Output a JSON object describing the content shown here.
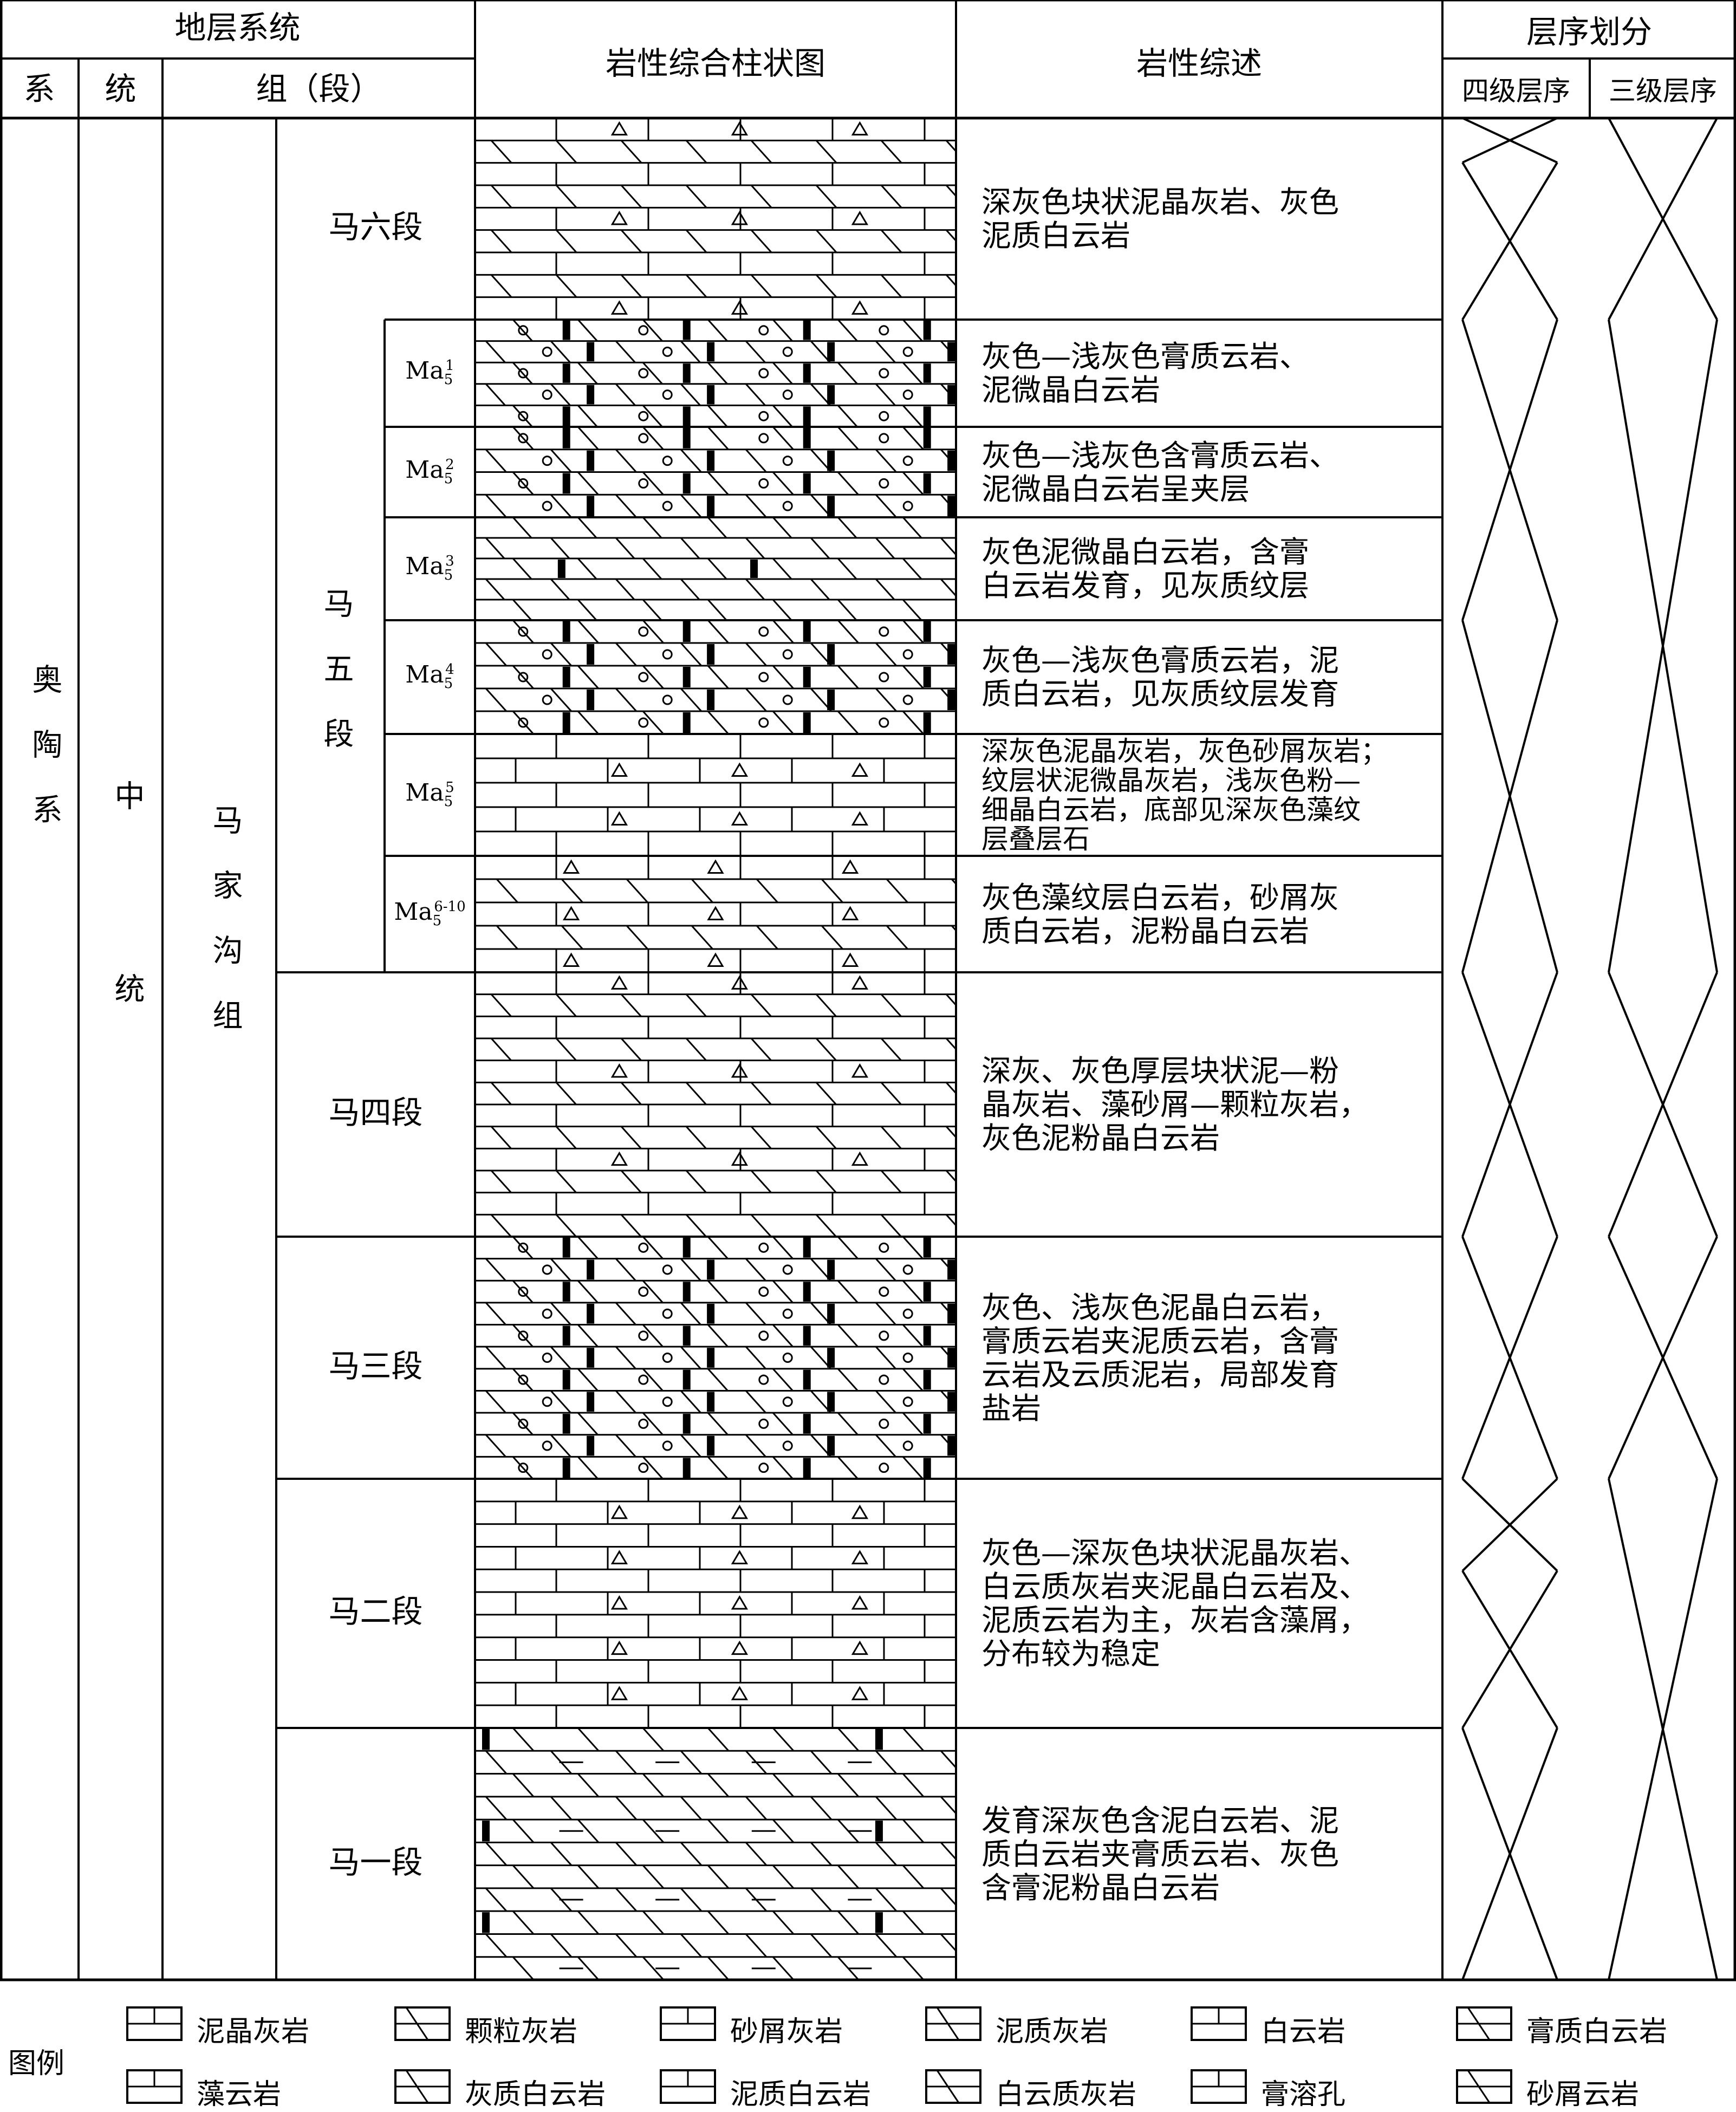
{
  "header": {
    "strat_system": "地层系统",
    "system": "系",
    "series": "统",
    "formation": "组（段）",
    "column": "岩性综合柱状图",
    "description": "岩性综述",
    "sequence": "层序划分",
    "fourth_order": "四级层序",
    "third_order": "三级层序"
  },
  "strat": {
    "system": "奥陶系",
    "series": "中统",
    "formation": "马家沟组",
    "member5": "马五段"
  },
  "units": [
    {
      "name": "马六段",
      "desc": "深灰色块状泥晶灰岩、灰色\n泥质白云岩"
    },
    {
      "sub": "1",
      "desc": "灰色—浅灰色膏质云岩、\n泥微晶白云岩"
    },
    {
      "sub": "2",
      "desc": "灰色—浅灰色含膏质云岩、\n泥微晶白云岩呈夹层"
    },
    {
      "sub": "3",
      "desc": "灰色泥微晶白云岩，含膏\n白云岩发育，见灰质纹层"
    },
    {
      "sub": "4",
      "desc": "灰色—浅灰色膏质云岩，泥\n质白云岩，见灰质纹层发育"
    },
    {
      "sub": "5",
      "desc": "深灰色泥晶灰岩，灰色砂屑灰岩；\n纹层状泥微晶灰岩，浅灰色粉—\n细晶白云岩，底部见深灰色藻纹\n层叠层石"
    },
    {
      "sub": "6-10",
      "desc": "灰色藻纹层白云岩，砂屑灰\n质白云岩，泥粉晶白云岩"
    },
    {
      "name": "马四段",
      "desc": "深灰、灰色厚层块状泥—粉\n晶灰岩、藻砂屑—颗粒灰岩，\n灰色泥粉晶白云岩"
    },
    {
      "name": "马三段",
      "desc": "灰色、浅灰色泥晶白云岩，\n膏质云岩夹泥质云岩，含膏\n云岩及云质泥岩，局部发育\n盐岩"
    },
    {
      "name": "马二段",
      "desc": "灰色—深灰色块状泥晶灰岩、\n白云质灰岩夹泥晶白云岩及、\n泥质云岩为主，灰岩含藻屑，\n分布较为稳定"
    },
    {
      "name": "马一段",
      "desc": "发育深灰色含泥白云岩、泥\n质白云岩夹膏质云岩、灰色\n含膏泥粉晶白云岩"
    }
  ],
  "sub_prefix": "Ma",
  "sub_base": "5",
  "legend": {
    "title": "图例",
    "items": [
      "泥晶灰岩",
      "颗粒灰岩",
      "砂屑灰岩",
      "泥质灰岩",
      "白云岩",
      "膏质白云岩",
      "藻云岩",
      "灰质白云岩",
      "泥质白云岩",
      "白云质灰岩",
      "膏溶孔",
      "砂屑云岩"
    ]
  }
}
